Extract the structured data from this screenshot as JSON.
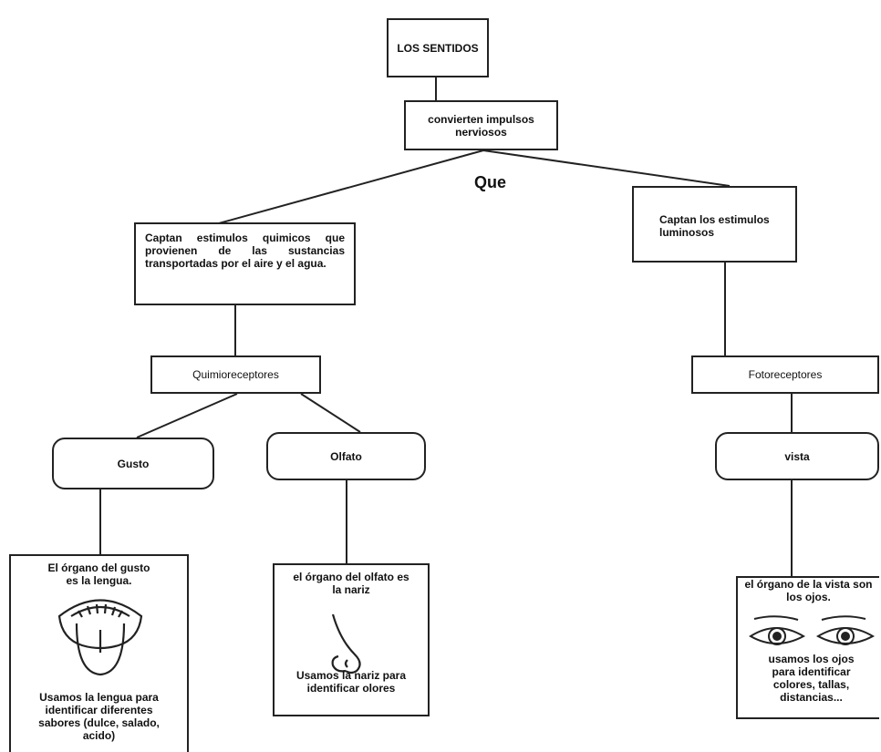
{
  "title": "LOS SENTIDOS",
  "sub": "convierten impulsos nerviosos",
  "connector": "Que",
  "left_branch": {
    "description": "Captan estimulos quimicos que provienen de las sustancias transportadas por el aire y el agua.",
    "receptor": "Quimioreceptores",
    "senses": [
      {
        "name": "Gusto",
        "organ_text": "El órgano del gusto es la lengua.",
        "use_text": "Usamos la lengua para identificar diferentes sabores (dulce, salado, acido)",
        "icon": "tongue-icon"
      },
      {
        "name": "Olfato",
        "organ_text": "el órgano del olfato es la nariz",
        "use_text": "Usamos la nariz para identificar olores",
        "icon": "nose-icon"
      }
    ]
  },
  "right_branch": {
    "description": "Captan los estimulos luminosos",
    "receptor": "Fotoreceptores",
    "senses": [
      {
        "name": "vista",
        "organ_text": "el órgano de la vista son los ojos.",
        "use_text": "usamos los ojos para identificar colores, tallas, distancias...",
        "icon": "eyes-icon"
      }
    ]
  }
}
